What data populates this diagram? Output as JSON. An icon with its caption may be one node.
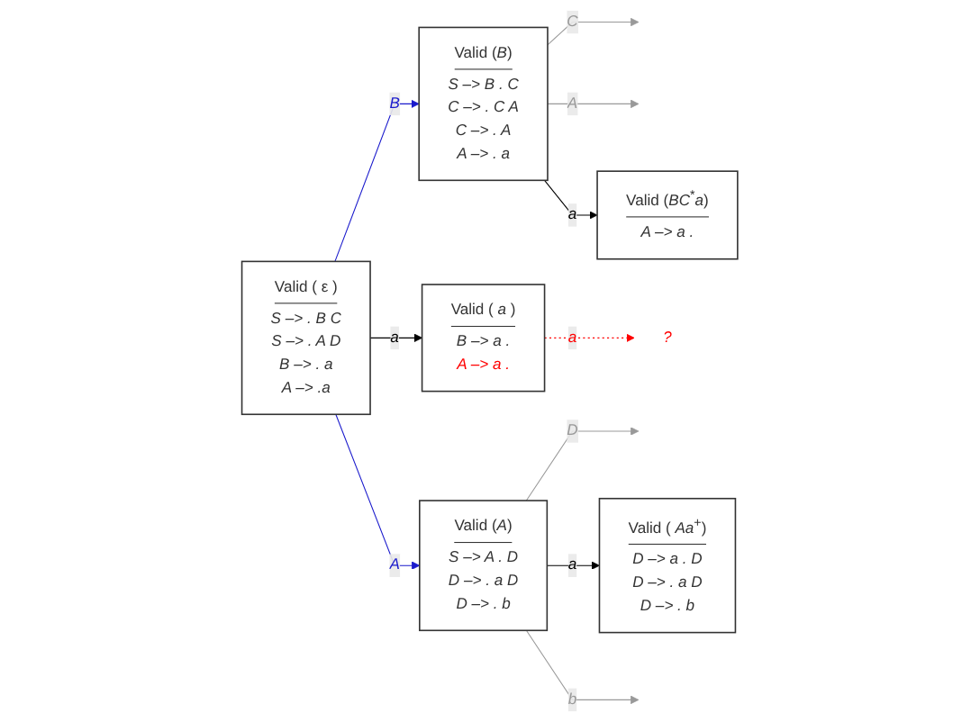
{
  "diagram": {
    "nodes": [
      {
        "text": [
          "Valid ( ε )",
          "S –> . B C",
          "S –> . A D",
          "B –> . a",
          "A –> .a"
        ]
      },
      {
        "text": [
          "Valid (*B*)",
          "S –> B . C",
          "C –> . C A",
          "C –> . A",
          "A –> . a"
        ]
      },
      {
        "text": [
          "Valid (*BC*$^{*}$*a*)",
          "A –> a ."
        ]
      },
      {
        "text": [
          "Valid ( *a* )",
          "B –> a .",
          "A –> a ."
        ]
      },
      {
        "text": [
          "Valid (*A*)",
          "S –> A . D",
          "D –> . a D",
          "D –> . b"
        ]
      },
      {
        "text": [
          "Valid ( *Aa*$^{+}$)",
          "D –> a . D",
          "D –> . a D",
          "D –> . b"
        ]
      },
      {
        "text": [
          "?"
        ]
      }
    ],
    "edges": [
      {
        "from": 0,
        "to": 1,
        "arrow": "to",
        "label": "B",
        "color": "#1a1acc"
      },
      {
        "from": 1,
        "to": null,
        "arrow": "to",
        "label": "C",
        "color": "#999999"
      },
      {
        "from": 1,
        "to": null,
        "arrow": "to",
        "label": "A",
        "color": "#999999"
      },
      {
        "from": 1,
        "to": 2,
        "arrow": "to",
        "label": "a",
        "color": "#000000"
      },
      {
        "from": 0,
        "to": 3,
        "arrow": "to",
        "label": "a",
        "color": "#000000"
      },
      {
        "from": 0,
        "to": 4,
        "arrow": "to",
        "label": "A",
        "color": "#1a1acc"
      },
      {
        "from": 4,
        "to": null,
        "arrow": "to",
        "label": "D",
        "color": "#999999"
      },
      {
        "from": 4,
        "to": 5,
        "arrow": "to",
        "label": "a",
        "color": "#000000"
      },
      {
        "from": 4,
        "to": null,
        "arrow": "to",
        "label": "b",
        "color": "#999999"
      },
      {
        "from": 3,
        "to": 6,
        "arrow": "to",
        "label": "a",
        "style": "dashed",
        "color": "#ff0000"
      }
    ]
  }
}
